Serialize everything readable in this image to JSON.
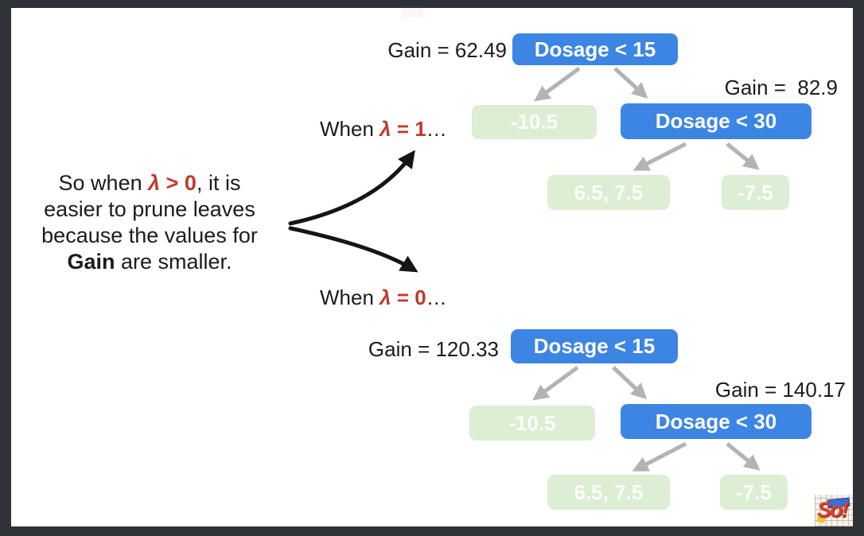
{
  "colors": {
    "frame": "#2f3338",
    "canvas": "#ffffff",
    "node_blue": "#3c85e2",
    "leaf_green": "#dceed3",
    "edge_gray": "#b3b3b3",
    "arrow_black": "#151515",
    "accent_red": "#c13a2c",
    "text_black": "#1b1b1b"
  },
  "annotation": {
    "line1_pre": "So when ",
    "line1_lambda": "λ",
    "line1_red": " > 0",
    "line1_post": ", it is",
    "line2": "easier to prune leaves",
    "line3": "because the values for",
    "line4_bold": "Gain",
    "line4_post": " are smaller."
  },
  "when_lambda1": {
    "pre": "When ",
    "lambda": "λ",
    "red": " = 1",
    "post": "…"
  },
  "when_lambda0": {
    "pre": "When ",
    "lambda": "λ",
    "red": " = 0",
    "post": "…"
  },
  "tree_lambda1": {
    "root_gain": "Gain = 62.49",
    "root_label": "Dosage < 15",
    "left_leaf": "-10.5",
    "split_gain": "Gain =  82.9",
    "split_label": "Dosage < 30",
    "split_left_leaf": "6.5, 7.5",
    "split_right_leaf": "-7.5"
  },
  "tree_lambda0": {
    "root_gain": "Gain = 120.33",
    "root_label": "Dosage < 15",
    "left_leaf": "-10.5",
    "split_gain": "Gain = 140.17",
    "split_label": "Dosage < 30",
    "split_left_leaf": "6.5, 7.5",
    "split_right_leaf": "-7.5"
  },
  "logo": {
    "text": "So!"
  }
}
